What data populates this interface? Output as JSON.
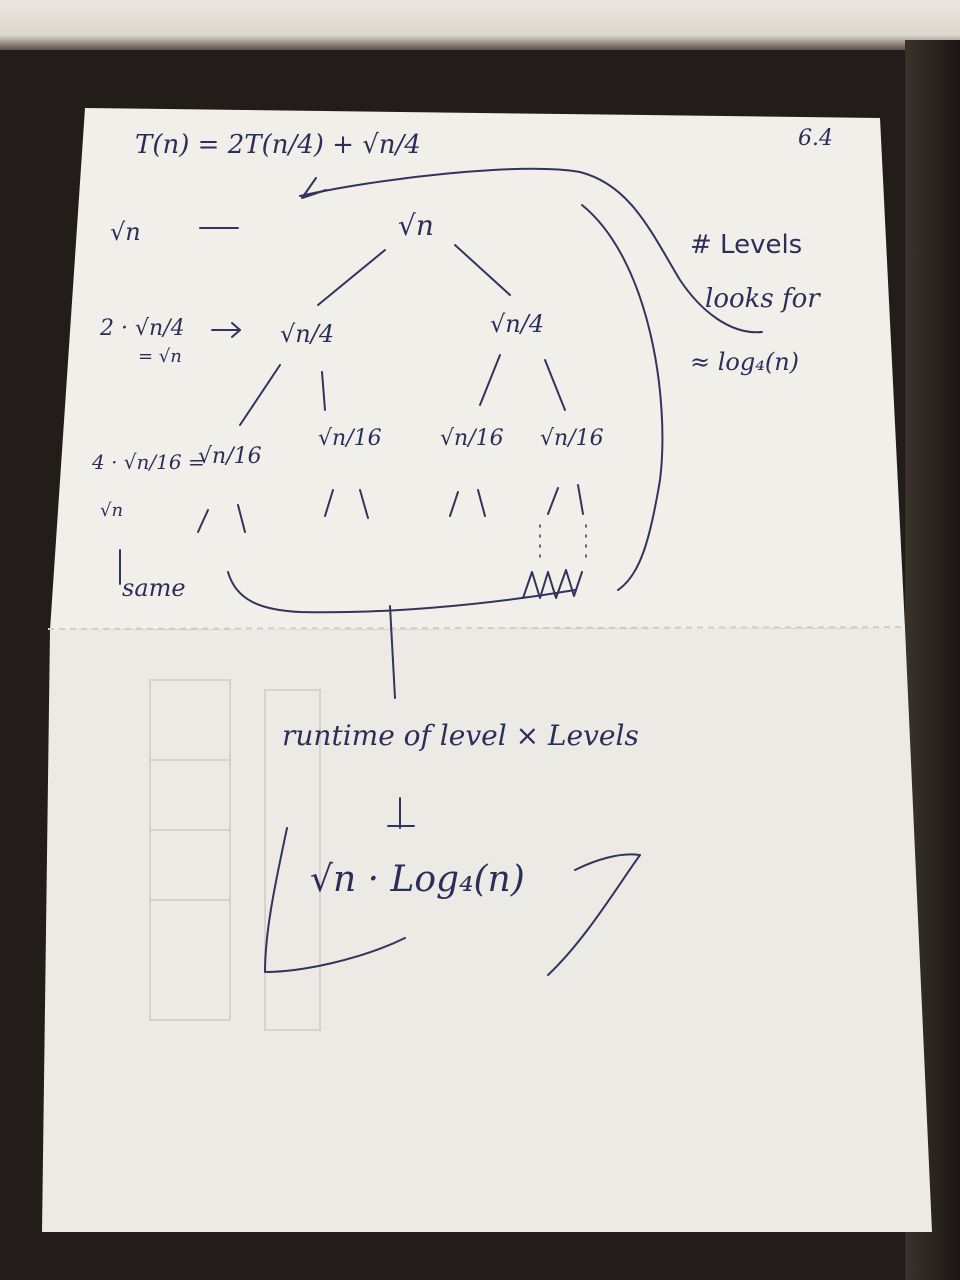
{
  "title_equation": "T(n) = 2T(n/4) + √n/4",
  "corner_mark": "6.4",
  "root": "√n",
  "root_cost": "√n",
  "level1": {
    "left": "√n/4",
    "right": "√n/4",
    "cost_line1": "2 · √n/4",
    "cost_line2": "= √n"
  },
  "level2": {
    "nodes": [
      "√n/16",
      "√n/16",
      "√n/16",
      "√n/16"
    ],
    "cost_line1": "4 · √n/16 =",
    "cost_line2": "√n"
  },
  "same_label": "same",
  "levels_note": {
    "line1": "# Levels",
    "line2": "looks for",
    "line3": "≈ log₄(n)"
  },
  "summary": {
    "line": "runtime of level × Levels",
    "result": "√n · Log₄(n)"
  }
}
